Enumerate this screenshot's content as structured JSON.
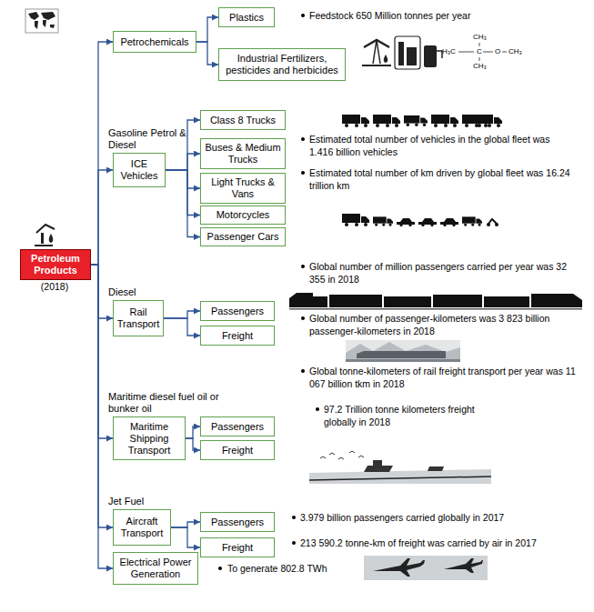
{
  "diagram": {
    "nodes": [
      {
        "text": [
          "Petroleum Products"
        ]
      },
      {
        "text": [
          "Petrochemicals"
        ]
      },
      {
        "text": [
          "Plastics"
        ]
      },
      {
        "text": [
          "Industrial Fertilizers, pesticides and herbicides"
        ]
      },
      {
        "text": [
          "Gasoline Petrol & Diesel",
          "ICE Vehicles"
        ]
      },
      {
        "text": [
          "Class 8 Trucks"
        ]
      },
      {
        "text": [
          "Buses & Medium Trucks"
        ]
      },
      {
        "text": [
          "Light Trucks & Vans"
        ]
      },
      {
        "text": [
          "Motorcycles"
        ]
      },
      {
        "text": [
          "Passenger Cars"
        ]
      },
      {
        "text": [
          "Diesel",
          "Rail Transport"
        ]
      },
      {
        "text": [
          "Passengers"
        ]
      },
      {
        "text": [
          "Freight"
        ]
      },
      {
        "text": [
          "Maritime diesel fuel oil or bunker oil",
          "Maritime Shipping Transport"
        ]
      },
      {
        "text": [
          "Passengers"
        ]
      },
      {
        "text": [
          "Freight"
        ]
      },
      {
        "text": [
          "Jet Fuel",
          "Aircraft Transport"
        ]
      },
      {
        "text": [
          "Passengers"
        ]
      },
      {
        "text": [
          "Freight"
        ]
      },
      {
        "text": [
          "Electrical Power Generation"
        ]
      }
    ],
    "edges": [
      {
        "from": 0,
        "to": 1,
        "arrow": "to"
      },
      {
        "from": 1,
        "to": 2,
        "arrow": "to"
      },
      {
        "from": 1,
        "to": 3,
        "arrow": "to"
      },
      {
        "from": 0,
        "to": 4,
        "arrow": "to"
      },
      {
        "from": 4,
        "to": 5,
        "arrow": "to"
      },
      {
        "from": 4,
        "to": 6,
        "arrow": "to"
      },
      {
        "from": 4,
        "to": 7,
        "arrow": "to"
      },
      {
        "from": 4,
        "to": 8,
        "arrow": "to"
      },
      {
        "from": 4,
        "to": 9,
        "arrow": "to"
      },
      {
        "from": 0,
        "to": 10,
        "arrow": "to"
      },
      {
        "from": 10,
        "to": 11,
        "arrow": "to"
      },
      {
        "from": 10,
        "to": 12,
        "arrow": "to"
      },
      {
        "from": 0,
        "to": 13,
        "arrow": "to"
      },
      {
        "from": 13,
        "to": 14,
        "arrow": "to"
      },
      {
        "from": 13,
        "to": 15,
        "arrow": "to"
      },
      {
        "from": 0,
        "to": 16,
        "arrow": "to"
      },
      {
        "from": 16,
        "to": 17,
        "arrow": "to"
      },
      {
        "from": 16,
        "to": 18,
        "arrow": "to"
      },
      {
        "from": 0,
        "to": 19,
        "arrow": "to"
      }
    ],
    "labels": [
      "(2018)",
      "Feedstock 650 Million tonnes per year",
      "CH₃",
      "H₃C",
      "C",
      "O",
      "CH₃",
      "CH₃",
      "Estimated total number of vehicles in the global fleet was 1.416 billion vehicles",
      "Estimated total number of km driven by global fleet was 16.24 trillion km",
      "Global number of million passengers carried per year was 32 355 in 2018",
      "Global number of passenger-kilometers was 3 823 billion passenger-kilometers in 2018",
      "Global tonne-kilometers of rail freight transport per year was 11 067 billion tkm in 2018",
      "97.2 Trillion tonne kilometers freight globally in 2018",
      "3.979 billion passengers carried globally in 2017",
      "213 590.2 tonne-km of freight was carried by air in 2017",
      "To generate 802.8 TWh"
    ]
  }
}
